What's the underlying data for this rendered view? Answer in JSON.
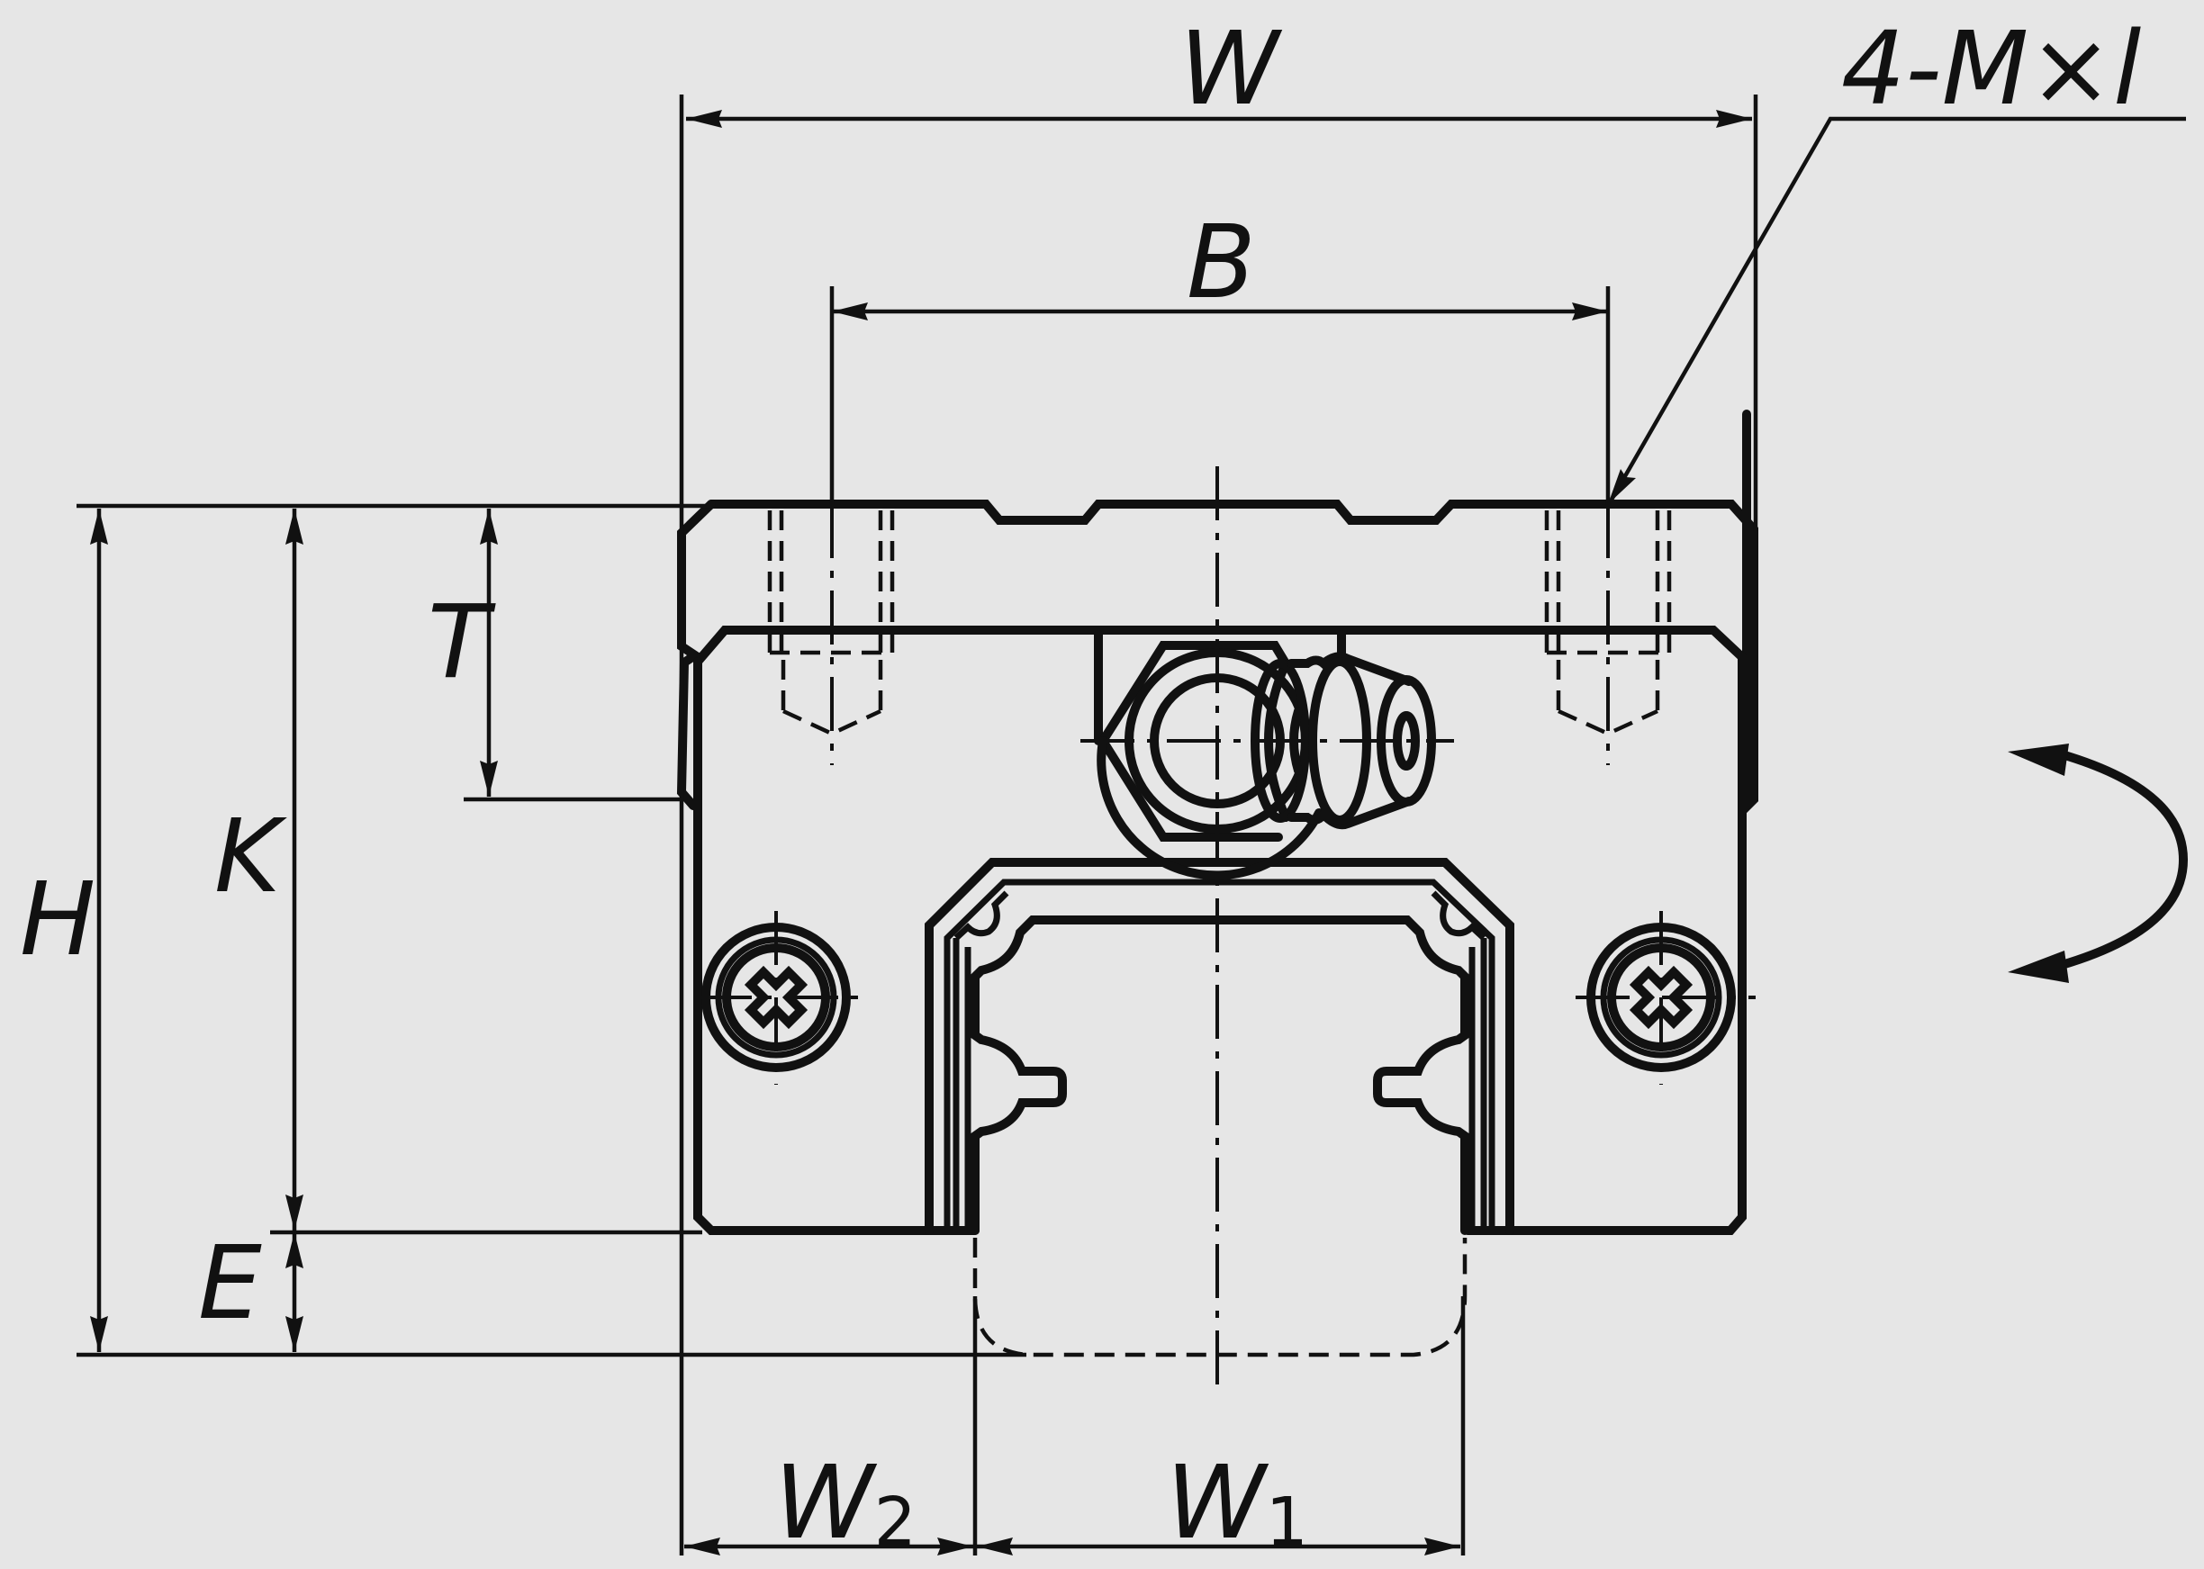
{
  "diagram": {
    "labels": {
      "W": "W",
      "B": "B",
      "spec": "4-M×l",
      "H": "H",
      "K": "K",
      "T": "T",
      "E": "E",
      "W2_main": "W",
      "W2_sub": "2",
      "W1_main": "W",
      "W1_sub": "1"
    },
    "colors": {
      "background": "#e6e6e6",
      "ink": "#111111"
    },
    "icons": {
      "rotation": "curved-double-arrow-icon",
      "screw": "cross-recess-screw-icon",
      "grease": "grease-nipple-icon"
    }
  }
}
